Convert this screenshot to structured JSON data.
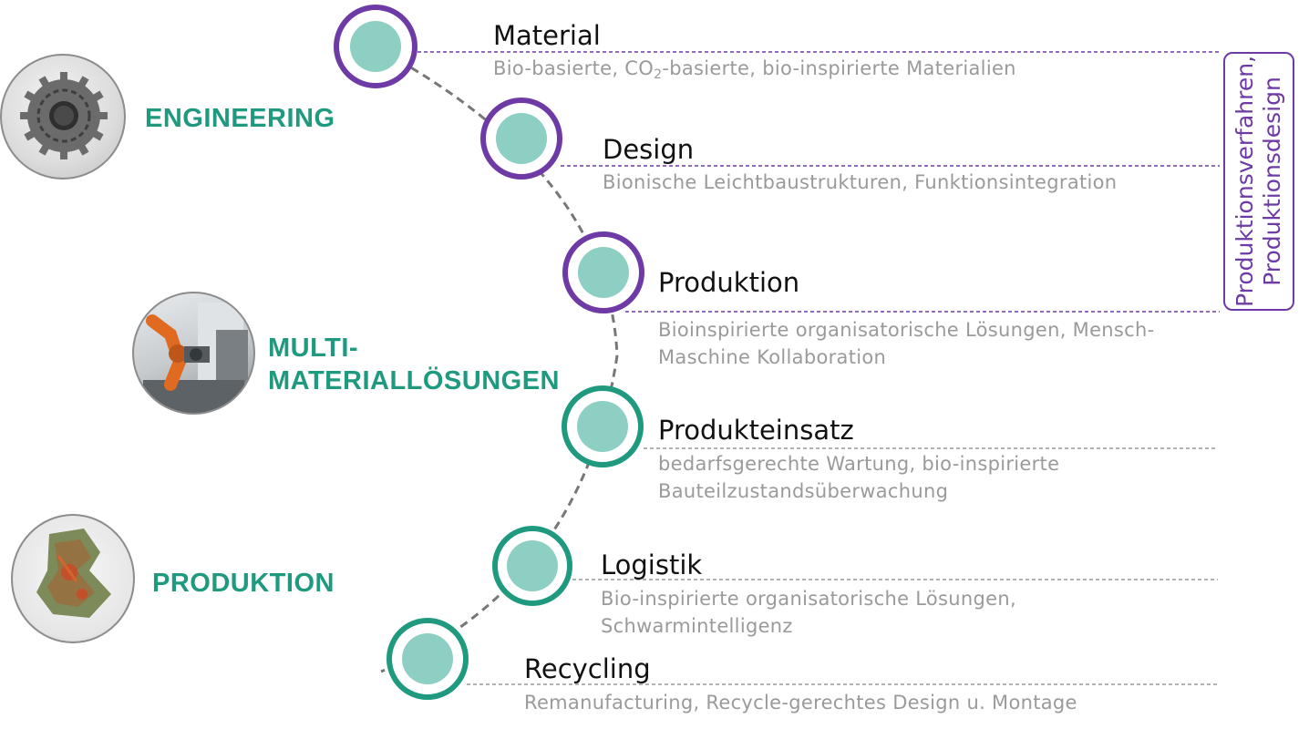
{
  "colors": {
    "purple": "#6e3aa6",
    "green": "#1f9a7e",
    "node_fill": "#8ecfc3",
    "arc": "#777777",
    "desc_text": "#9a9a9a"
  },
  "categories": [
    {
      "label": "ENGINEERING",
      "icon": "gear-part-photo"
    },
    {
      "label": "MULTI-\nMATERIALLÖSUNGEN",
      "icon": "robot-arm-photo"
    },
    {
      "label": "PRODUKTION",
      "icon": "printed-part-photo"
    }
  ],
  "steps": [
    {
      "title": "Material",
      "desc_pre": "Bio-basierte, CO",
      "desc_sub": "2",
      "desc_post": "-basierte, bio-inspirierte Materialien",
      "color": "purple"
    },
    {
      "title": "Design",
      "desc": "Bionische Leichtbaustrukturen, Funktionsintegration",
      "color": "purple"
    },
    {
      "title": "Produktion",
      "desc": "Bioinspirierte organisatorische Lösungen, Mensch-\nMaschine Kollaboration",
      "color": "purple"
    },
    {
      "title": "Produkteinsatz",
      "desc": "bedarfsgerechte Wartung, bio-inspirierte\nBauteilzustandsüberwachung",
      "color": "green"
    },
    {
      "title": "Logistik",
      "desc": "Bio-inspirierte organisatorische Lösungen,\nSchwarmintelligenz",
      "color": "green"
    },
    {
      "title": "Recycling",
      "desc": "Remanufacturing, Recycle-gerechtes Design u. Montage",
      "color": "green"
    }
  ],
  "side_label": "Produktionsverfahren,\nProduktionsdesign"
}
